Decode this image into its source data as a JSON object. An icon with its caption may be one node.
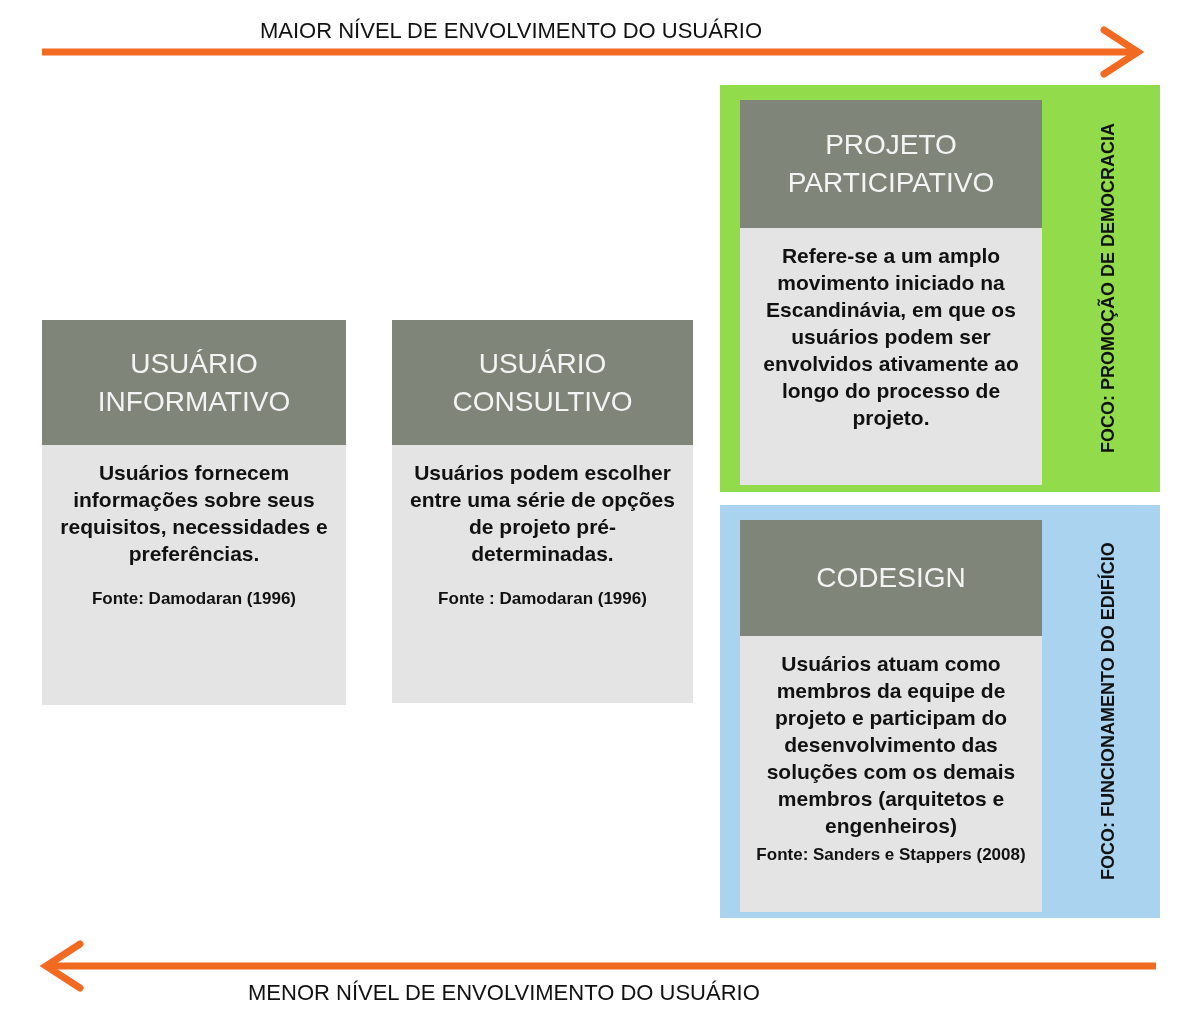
{
  "diagram": {
    "nodes": [
      {
        "text": [
          "USUÁRIO INFORMATIVO",
          "Usuários fornecem informações sobre seus requisitos, necessidades e preferências.",
          "Fonte: Damodaran (1996)"
        ]
      },
      {
        "text": [
          "USUÁRIO CONSULTIVO",
          "Usuários podem escolher entre uma série de opções de projeto pré-determinadas.",
          "Fonte : Damodaran (1996)"
        ]
      },
      {
        "text": [
          "FOCO: PROMOÇÃO DE DEMOCRACIA"
        ]
      },
      {
        "text": [
          "PROJETO PARTICIPATIVO",
          "Refere-se a um amplo movimento iniciado na Escandinávia, em que os usuários podem ser envolvidos ativamente ao longo do processo de projeto."
        ],
        "in": 2
      },
      {
        "text": [
          "FOCO: FUNCIONAMENTO DO EDIFÍCIO"
        ]
      },
      {
        "text": [
          "CODESIGN",
          "Usuários atuam como membros da equipe de projeto e participam do desenvolvimento das soluções com os demais membros (arquitetos e engenheiros)",
          "Fonte: Sanders e Stappers (2008)"
        ],
        "in": 4
      }
    ],
    "edges": [],
    "labels": [
      "MAIOR NÍVEL DE ENVOLVIMENTO DO USUÁRIO",
      "MENOR NÍVEL DE ENVOLVIMENTO DO USUÁRIO"
    ]
  }
}
